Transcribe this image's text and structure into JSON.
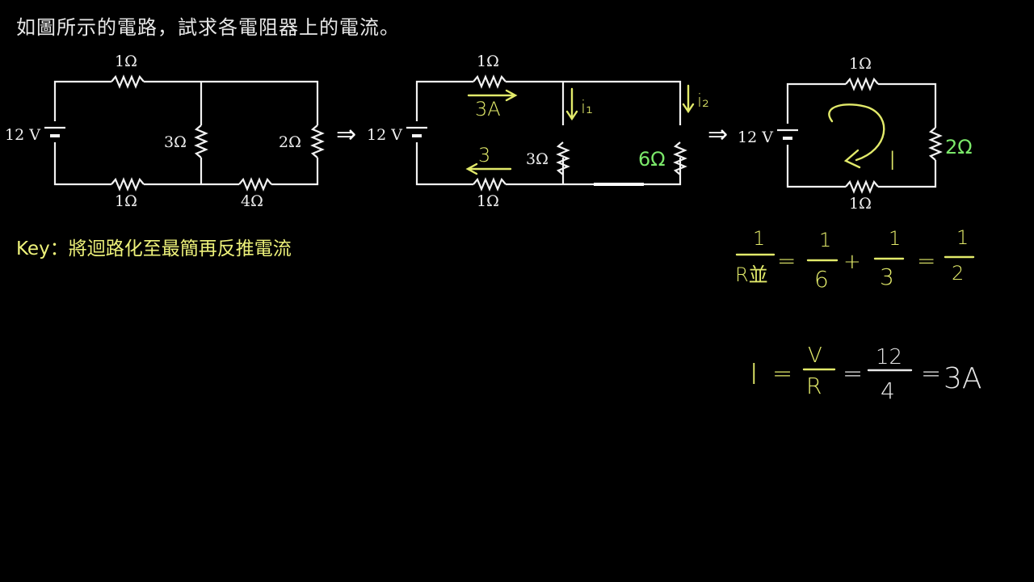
{
  "title": "如圖所示的電路，試求各電阻器上的電流。",
  "key": "Key：將迴路化至最簡再反推電流",
  "implies_symbol": "⇒",
  "circuit1": {
    "voltage": "12 V",
    "r_top": "1Ω",
    "r_bottom_left": "1Ω",
    "r_bottom_right": "4Ω",
    "r_middle": "3Ω",
    "r_right": "2Ω"
  },
  "circuit2": {
    "voltage": "12 V",
    "r_top": "1Ω",
    "r_bottom": "1Ω",
    "r_middle": "3Ω",
    "r_right": "6Ω",
    "current_top": "3A",
    "current_bottom": "3",
    "i1": "i₁",
    "i2": "i₂"
  },
  "circuit3": {
    "voltage": "12 V",
    "r_top": "1Ω",
    "r_bottom": "1Ω",
    "r_right": "2Ω",
    "loop_current": "I"
  },
  "equation1": {
    "lhs_num": "1",
    "lhs_den": "R並",
    "eq": "=",
    "t1_num": "1",
    "t1_den": "6",
    "plus": "+",
    "t2_num": "1",
    "t2_den": "3",
    "eq2": "=",
    "res_num": "1",
    "res_den": "2"
  },
  "equation2": {
    "lhs": "I",
    "eq": "=",
    "f1_num": "V",
    "f1_den": "R",
    "eq2": "=",
    "f2_num": "12",
    "f2_den": "4",
    "eq3": "=",
    "result": "3A"
  }
}
